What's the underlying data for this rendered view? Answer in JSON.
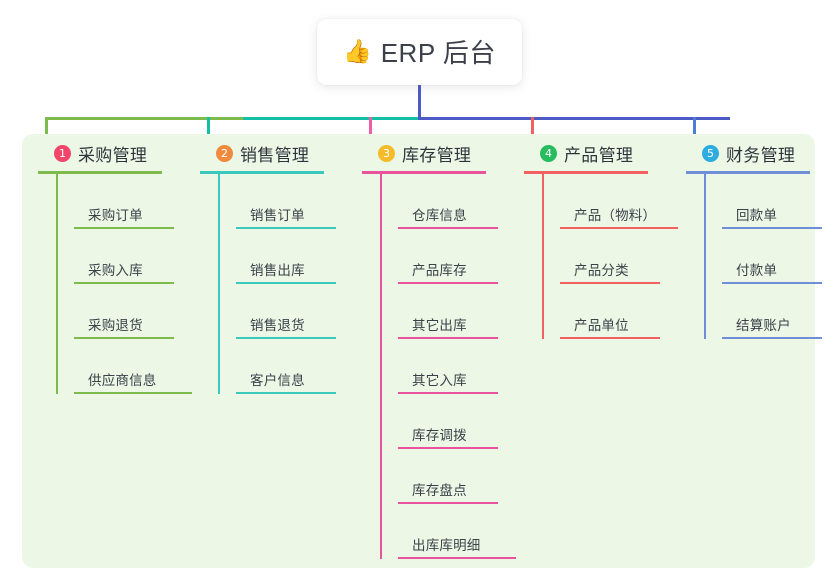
{
  "root": {
    "icon": "thumbs-up-icon",
    "emoji": "👍",
    "title": "ERP 后台"
  },
  "palette": {
    "trunk": "#4c5bc4",
    "panel_bg": "#ecf7e6",
    "card_bg": "#ffffff",
    "text": "#3c4149"
  },
  "connectors": {
    "segments": [
      {
        "name": "bus-green",
        "color": "#7cbb4c"
      },
      {
        "name": "bus-teal",
        "color": "#13bfa6"
      },
      {
        "name": "bus-purple",
        "color": "#4c5bc4"
      }
    ],
    "stubs": [
      {
        "name": "stub-purchase",
        "color": "#7cbb4c"
      },
      {
        "name": "stub-sales",
        "color": "#13bfa6"
      },
      {
        "name": "stub-inventory",
        "color": "#ec5fa4"
      },
      {
        "name": "stub-product",
        "color": "#f2605f"
      },
      {
        "name": "stub-finance",
        "color": "#4c7fd4"
      }
    ]
  },
  "columns": [
    {
      "index": "1",
      "title": "采购管理",
      "badge_color": "#f2456a",
      "line_color": "#7cbb4c",
      "items": [
        {
          "label": "采购订单"
        },
        {
          "label": "采购入库"
        },
        {
          "label": "采购退货"
        },
        {
          "label": "供应商信息"
        }
      ]
    },
    {
      "index": "2",
      "title": "销售管理",
      "badge_color": "#f08a3c",
      "line_color": "#3bc8bd",
      "items": [
        {
          "label": "销售订单"
        },
        {
          "label": "销售出库"
        },
        {
          "label": "销售退货"
        },
        {
          "label": "客户信息"
        }
      ]
    },
    {
      "index": "3",
      "title": "库存管理",
      "badge_color": "#f5bb2a",
      "line_color": "#e9539c",
      "items": [
        {
          "label": "仓库信息"
        },
        {
          "label": "产品库存"
        },
        {
          "label": "其它出库"
        },
        {
          "label": "其它入库"
        },
        {
          "label": "库存调拨"
        },
        {
          "label": "库存盘点"
        },
        {
          "label": "出库库明细"
        }
      ]
    },
    {
      "index": "4",
      "title": "产品管理",
      "badge_color": "#27bd5e",
      "line_color": "#f2605f",
      "items": [
        {
          "label": "产品（物料）"
        },
        {
          "label": "产品分类"
        },
        {
          "label": "产品单位"
        }
      ]
    },
    {
      "index": "5",
      "title": "财务管理",
      "badge_color": "#2eacdf",
      "line_color": "#6e8fd8",
      "items": [
        {
          "label": "回款单"
        },
        {
          "label": "付款单"
        },
        {
          "label": "结算账户"
        }
      ]
    }
  ]
}
